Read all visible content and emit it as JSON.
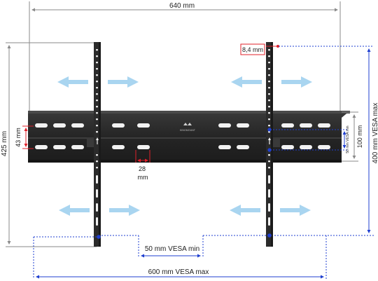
{
  "labels": {
    "width_640": "640 mm",
    "height_425": "425 mm",
    "slot_43": "43 mm",
    "offset_8_4": "8,4 mm",
    "gap_28": "28",
    "gap_28_unit": "mm",
    "rail_100": "100 mm",
    "vesa_50_vertical": "50 mm VESA min",
    "vesa_400_vertical": "400 mm VESA max",
    "vesa_50_horizontal": "50 mm VESA min",
    "vesa_600_horizontal": "600 mm VESA max",
    "brand": "KINGMOUNT"
  },
  "colors": {
    "dimension_line": "#8a8a8a",
    "red_marker": "#e0202a",
    "blue_marker": "#1f3fd0",
    "arrow": "#a9d5f0",
    "metal": "#2b2b2b",
    "slot": "#f2f2f2"
  }
}
